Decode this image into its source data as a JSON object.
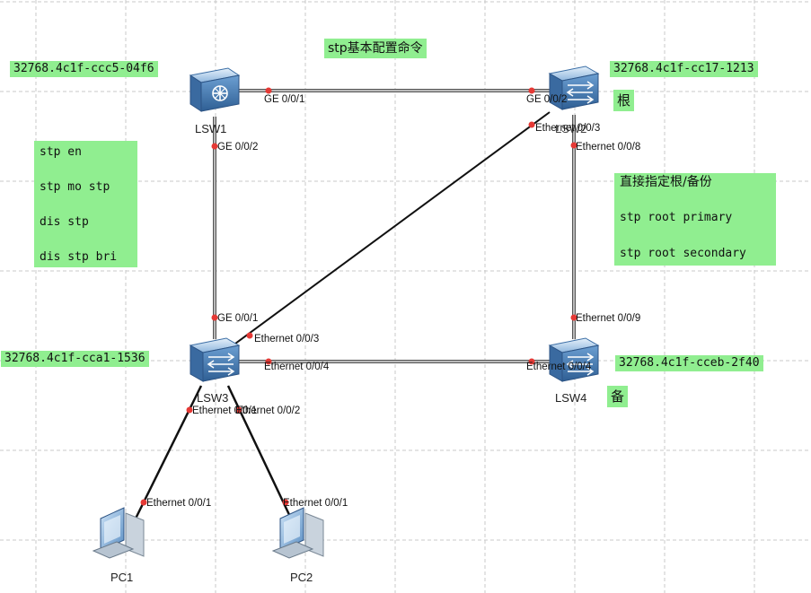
{
  "title": "stp基本配置命令",
  "devices": {
    "lsw1": {
      "label": "LSW1",
      "bridge_id": "32768.4c1f-ccc5-04f6"
    },
    "lsw2": {
      "label": "LSW2",
      "bridge_id": "32768.4c1f-cc17-1213",
      "role": "根"
    },
    "lsw3": {
      "label": "LSW3",
      "bridge_id": "32768.4c1f-cca1-1536"
    },
    "lsw4": {
      "label": "LSW4",
      "bridge_id": "32768.4c1f-cceb-2f40",
      "role": "备"
    },
    "pc1": {
      "label": "PC1"
    },
    "pc2": {
      "label": "PC2"
    }
  },
  "ports": {
    "lsw1_ge1": "GE 0/0/1",
    "lsw1_ge2": "GE 0/0/2",
    "lsw2_ge2": "GE 0/0/2",
    "lsw2_e3": "Ethernet 0/0/3",
    "lsw2_e8": "Ethernet 0/0/8",
    "lsw3_ge1": "GE 0/0/1",
    "lsw3_e3": "Ethernet 0/0/3",
    "lsw3_e4": "Ethernet 0/0/4",
    "lsw3_e1": "Ethernet 0/0/1",
    "lsw3_e2": "Ethernet 0/0/2",
    "lsw4_e9": "Ethernet 0/0/9",
    "lsw4_e4": "Ethernet 0/0/4",
    "pc1_e1": "Ethernet 0/0/1",
    "pc2_e1": "Ethernet 0/0/1"
  },
  "commands_left": [
    "stp en",
    "stp mo stp",
    "dis stp",
    "dis stp bri"
  ],
  "commands_right": {
    "heading": "直接指定根/备份",
    "lines": [
      "stp root primary",
      "stp root secondary"
    ]
  },
  "colors": {
    "note_bg": "#90ee90",
    "grid": "#c8c8c8",
    "port_dot": "#e53935",
    "link": "#111111"
  }
}
